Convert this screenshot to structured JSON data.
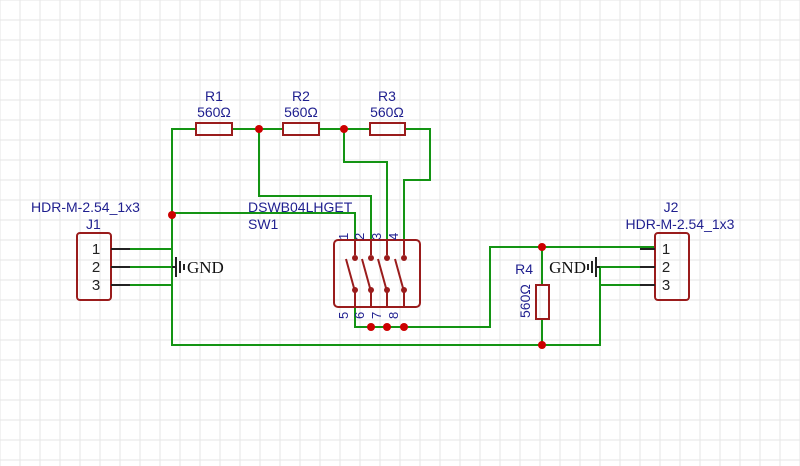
{
  "components": {
    "r1": {
      "ref": "R1",
      "value": "560Ω"
    },
    "r2": {
      "ref": "R2",
      "value": "560Ω"
    },
    "r3": {
      "ref": "R3",
      "value": "560Ω"
    },
    "r4": {
      "ref": "R4",
      "value": "560Ω"
    },
    "j1": {
      "ref": "J1",
      "value": "HDR-M-2.54_1x3",
      "pins": [
        "1",
        "2",
        "3"
      ]
    },
    "j2": {
      "ref": "J2",
      "value": "HDR-M-2.54_1x3",
      "pins": [
        "1",
        "2",
        "3"
      ]
    },
    "sw1": {
      "ref": "SW1",
      "value": "DSWB04LHGET",
      "top_pins": [
        "1",
        "2",
        "3",
        "4"
      ],
      "bottom_pins": [
        "5",
        "6",
        "7",
        "8"
      ]
    }
  },
  "power": {
    "gnd_left": "GND",
    "gnd_right": "GND"
  },
  "colors": {
    "wire": "#149414",
    "part": "#9a1c1c",
    "junction": "#cc0000",
    "label": "#1f1f8f",
    "grid": "#e6e6e6"
  }
}
